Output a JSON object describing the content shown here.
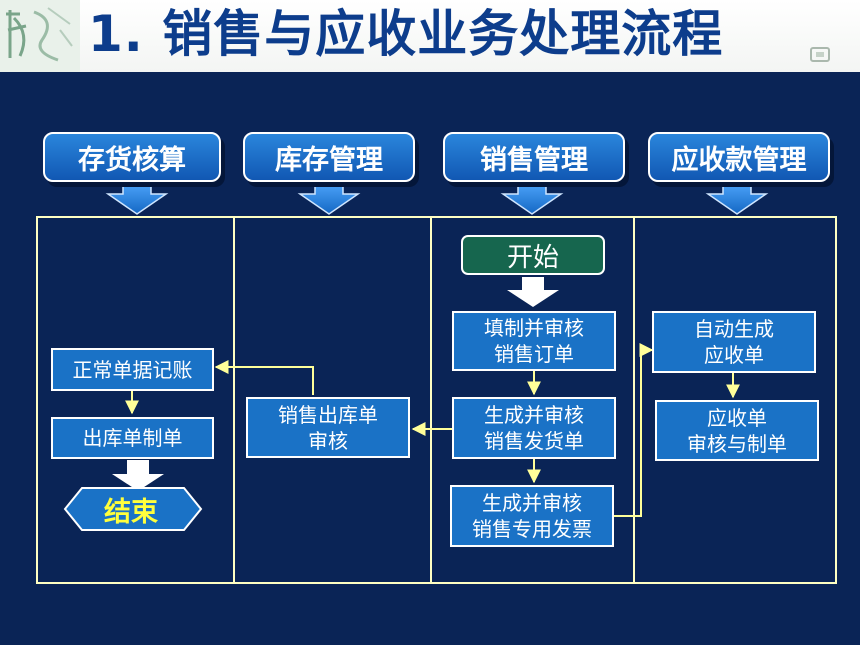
{
  "title": "1. 销售与应收业务处理流程",
  "columns": [
    "存货核算",
    "库存管理",
    "销售管理",
    "应收款管理"
  ],
  "start_label": "开始",
  "end_label": "结束",
  "nodes": {
    "inv_post": "正常单据记账",
    "inv_cost": "出库单制单",
    "stock_audit": "销售出库单\n审核",
    "sales_order": "填制并审核\n销售订单",
    "sales_delivery": "生成并审核\n销售发货单",
    "sales_invoice": "生成并审核\n销售专用发票",
    "ar_generate": "自动生成\n应收单",
    "ar_audit": "应收单\n审核与制单"
  },
  "colors": {
    "background": "#0a2456",
    "title": "#0d3d8c",
    "node_fill": "#1a72c6",
    "start_fill": "#16664e",
    "line": "#ffff99",
    "end_text": "#ffff3c"
  }
}
